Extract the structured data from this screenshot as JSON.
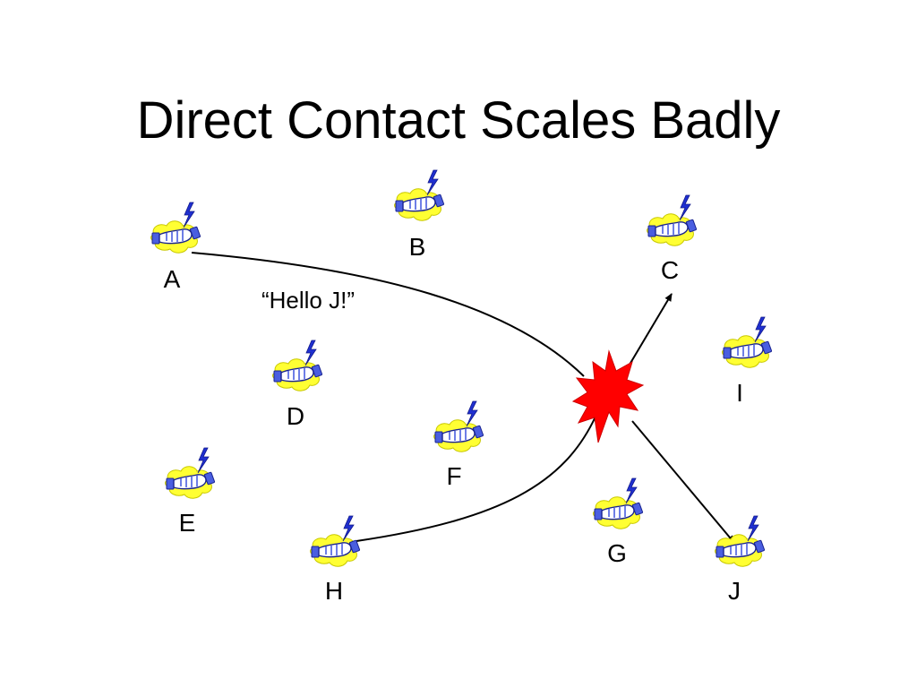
{
  "slide": {
    "title": "Direct Contact Scales Badly"
  },
  "diagram": {
    "message_label": "“Hello J!”",
    "nodes": [
      {
        "id": "A",
        "label": "A",
        "icon": "handshake-icon"
      },
      {
        "id": "B",
        "label": "B",
        "icon": "handshake-icon"
      },
      {
        "id": "C",
        "label": "C",
        "icon": "handshake-icon"
      },
      {
        "id": "D",
        "label": "D",
        "icon": "handshake-icon"
      },
      {
        "id": "E",
        "label": "E",
        "icon": "handshake-icon"
      },
      {
        "id": "F",
        "label": "F",
        "icon": "handshake-icon"
      },
      {
        "id": "G",
        "label": "G",
        "icon": "handshake-icon"
      },
      {
        "id": "H",
        "label": "H",
        "icon": "handshake-icon"
      },
      {
        "id": "I",
        "label": "I",
        "icon": "handshake-icon"
      },
      {
        "id": "J",
        "label": "J",
        "icon": "handshake-icon"
      }
    ],
    "edges": [
      {
        "from": "A",
        "to": "collision",
        "arrow": false
      },
      {
        "from": "H",
        "to": "collision",
        "arrow": false
      },
      {
        "from": "collision",
        "to": "C",
        "arrow": true
      },
      {
        "from": "collision",
        "to": "J",
        "arrow": true
      }
    ],
    "collision_icon": "burst-icon",
    "colors": {
      "icon_body": "#ffff33",
      "icon_hand": "#4a5ee0",
      "icon_bolt": "#2030d0",
      "burst": "#ff0000",
      "line": "#000000"
    }
  }
}
